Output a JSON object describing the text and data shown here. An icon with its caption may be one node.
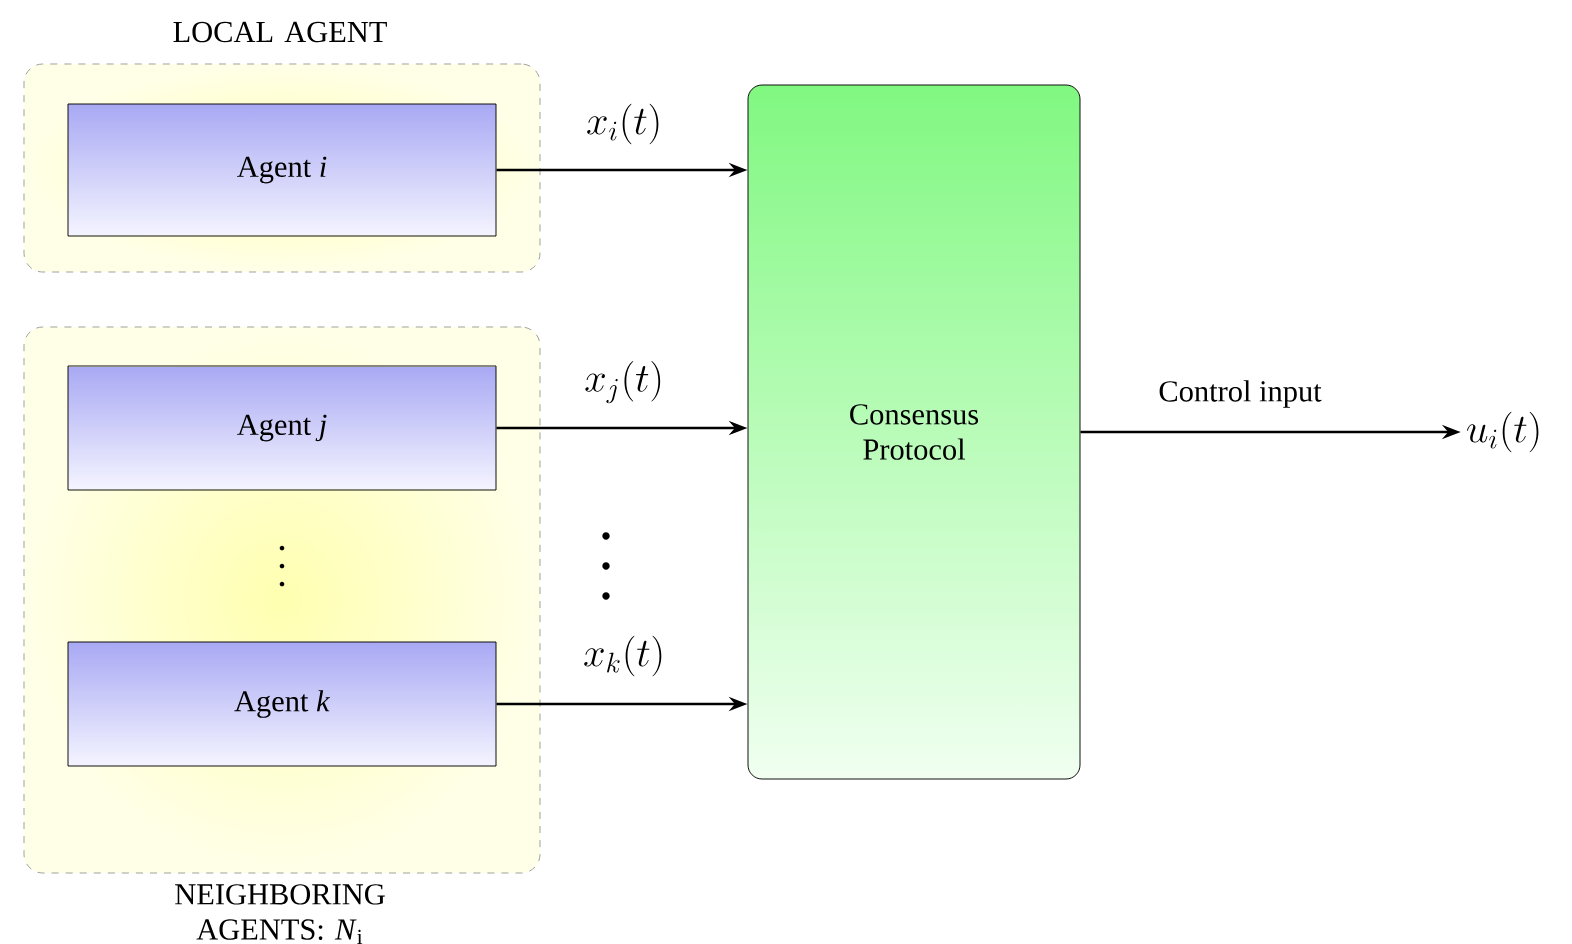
{
  "diagram": {
    "nodes": [
      {
        "text": [
          "LOCAL AGENT"
        ]
      },
      {
        "text": [
          "Agent *i*"
        ],
        "in": 0
      },
      {
        "text": [
          "NEIGHBORING AGENTS: *N*$_{i}$"
        ]
      },
      {
        "text": [
          "Agent *j*"
        ],
        "in": 2
      },
      {
        "text": [
          "Agent *k*"
        ],
        "in": 2
      },
      {
        "text": [
          "Consensus Protocol"
        ]
      },
      {
        "text": [
          "u_i(t)"
        ]
      }
    ],
    "edges": [
      {
        "from": 1,
        "to": 5,
        "arrow": "to",
        "label": "x_i(t)"
      },
      {
        "from": 3,
        "to": 5,
        "arrow": "to",
        "label": "x_j(t)"
      },
      {
        "from": 4,
        "to": 5,
        "arrow": "to",
        "label": "x_k(t)"
      },
      {
        "from": 5,
        "to": 6,
        "arrow": "to",
        "label": "Control input"
      }
    ]
  }
}
